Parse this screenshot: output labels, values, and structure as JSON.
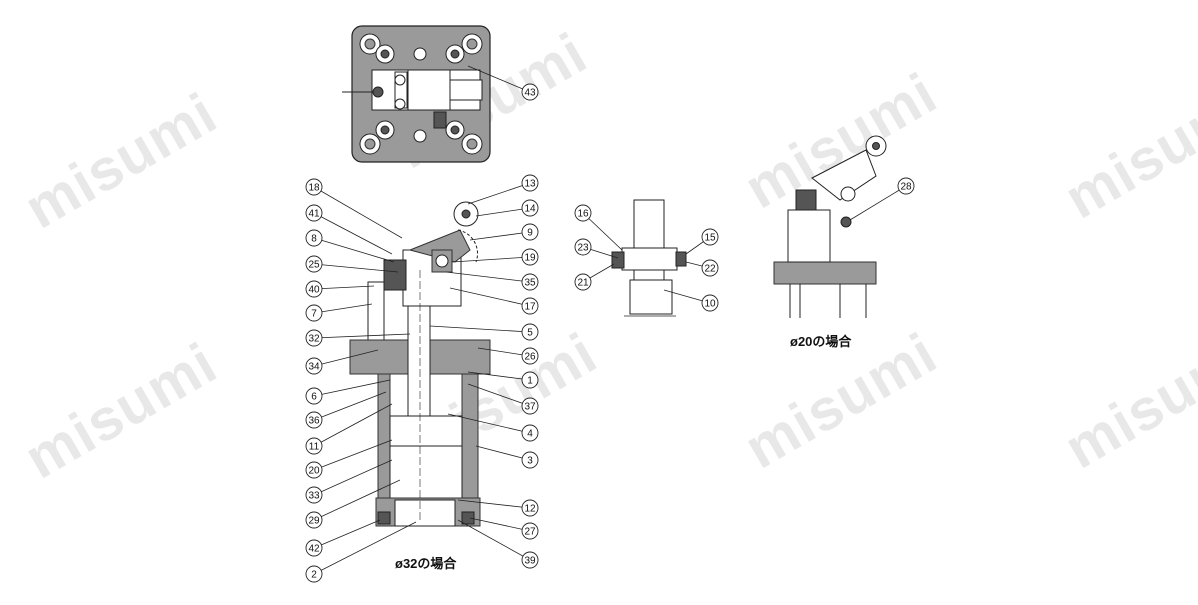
{
  "watermark": "misumi",
  "captions": {
    "phi32": "ø32の場合",
    "phi20": "ø20の場合"
  },
  "callouts": [
    "43",
    "18",
    "41",
    "8",
    "25",
    "40",
    "7",
    "32",
    "34",
    "6",
    "36",
    "11",
    "20",
    "33",
    "29",
    "42",
    "2",
    "13",
    "14",
    "9",
    "19",
    "35",
    "17",
    "5",
    "26",
    "1",
    "37",
    "4",
    "3",
    "12",
    "27",
    "39",
    "16",
    "23",
    "21",
    "15",
    "22",
    "10",
    "28"
  ]
}
